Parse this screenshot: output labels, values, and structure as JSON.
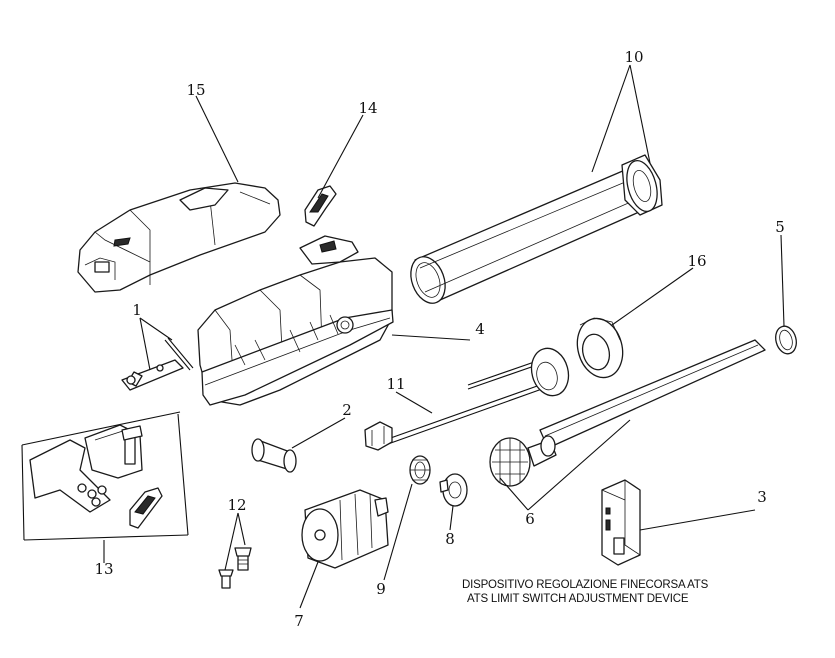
{
  "colors": {
    "line": "#111111",
    "background": "#ffffff",
    "part_fill": "#ffffff",
    "dark_fill": "#2a2a2a"
  },
  "labels": {
    "p1": "1",
    "p2": "2",
    "p3": "3",
    "p4": "4",
    "p5": "5",
    "p6": "6",
    "p7": "7",
    "p8": "8",
    "p9": "9",
    "p10": "10",
    "p11": "11",
    "p12": "12",
    "p13": "13",
    "p14": "14",
    "p15": "15",
    "p16": "16"
  },
  "caption": {
    "line1": "DISPOSITIVO REGOLAZIONE FINECORSA ATS",
    "line2": "ATS LIMIT SWITCH ADJUSTMENT DEVICE"
  }
}
